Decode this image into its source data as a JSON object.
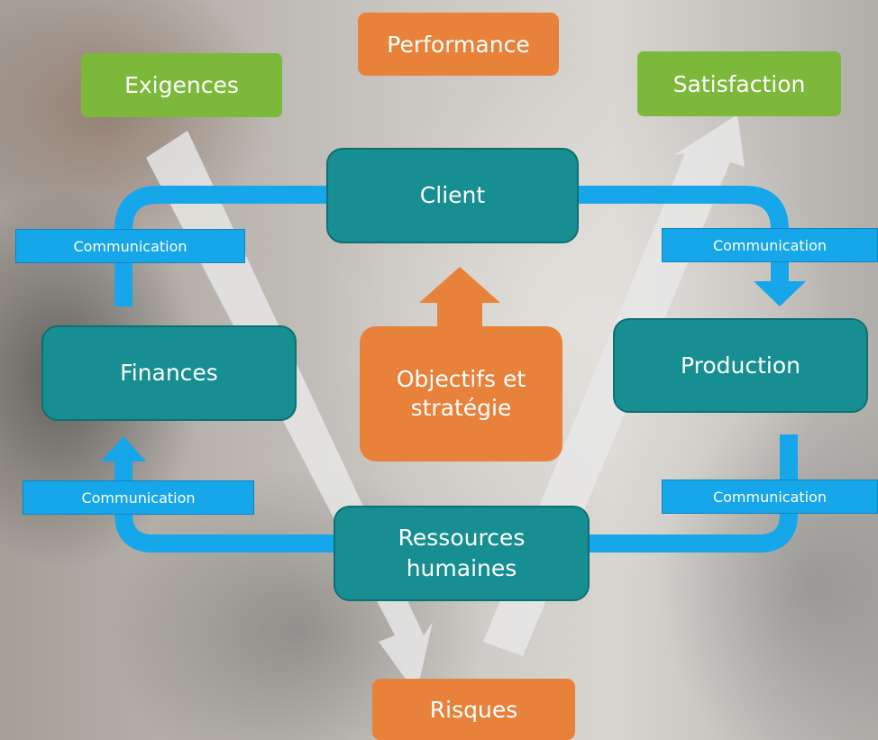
{
  "diagram": {
    "top_center": "Performance",
    "top_left": "Exigences",
    "top_right": "Satisfaction",
    "bottom_center": "Risques",
    "nodes": {
      "client": "Client",
      "finances": "Finances",
      "production": "Production",
      "ressources": "Ressources\nhumaines",
      "objectifs": "Objectifs et\nstratégie"
    },
    "communication": [
      "Communication",
      "Communication",
      "Communication",
      "Communication"
    ]
  },
  "colors": {
    "teal": "#178e91",
    "blue": "#16a6ea",
    "green": "#7cb83a",
    "orange": "#e8813a",
    "pale_arrow": "#e8e8e8"
  }
}
